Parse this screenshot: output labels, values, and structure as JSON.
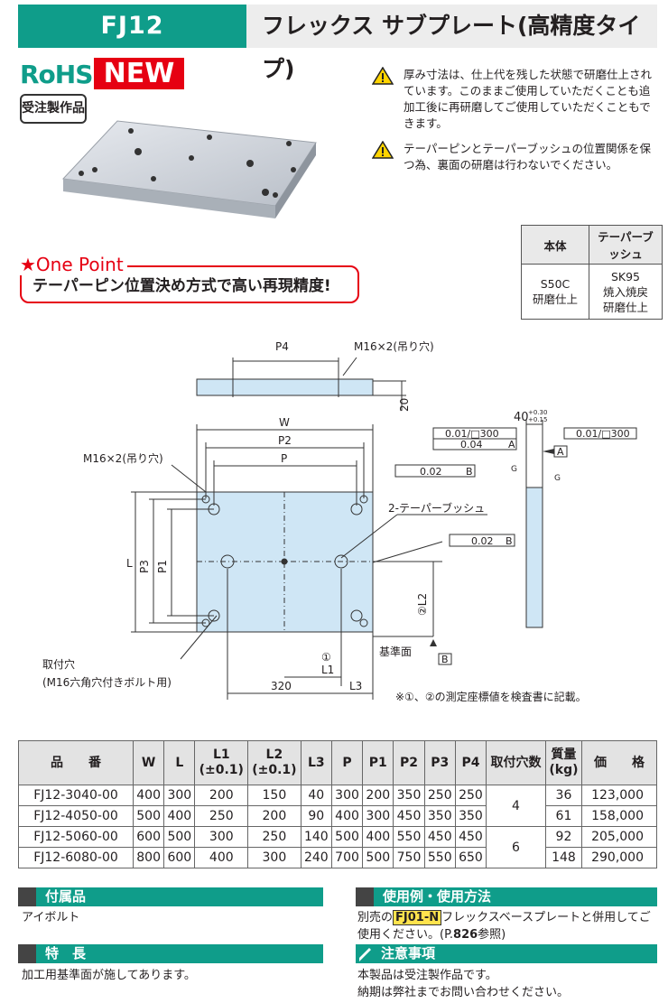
{
  "header": {
    "code": "FJ12",
    "title": "フレックス サブプレート(高精度タイプ)"
  },
  "badges": {
    "rohs": "RoHS",
    "new": "NEW",
    "order": "受注製作品"
  },
  "warnings": [
    "厚み寸法は、仕上代を残した状態で研磨仕上されています。このままご使用していただくことも追加工後に再研磨してご使用していただくこともできます。",
    "テーパーピンとテーパーブッシュの位置関係を保つ為、裏面の研磨は行わないでください。"
  ],
  "material_table": {
    "headers": [
      "本体",
      "テーパーブッシュ"
    ],
    "row": [
      "S50C\n研磨仕上",
      "SK95\n焼入焼戻\n研磨仕上"
    ]
  },
  "one_point": {
    "title": "★One Point",
    "text": "テーパーピン位置決め方式で高い再現精度!"
  },
  "drawing": {
    "p4": "P4",
    "m16_top": "M16×2(吊り穴)",
    "dim20": "20",
    "w": "W",
    "p2": "P2",
    "p": "P",
    "m16_left": "M16×2(吊り穴)",
    "taper_bush": "2-テーパーブッシュ",
    "l": "L",
    "p3": "P3",
    "p1": "P1",
    "l2": "②L2",
    "l1": "①\nL1",
    "dim320": "320",
    "l3": "L3",
    "datum": "基準面",
    "mount_hole": "取付穴\n(M16六角穴付きボルト用)",
    "note": "※①、②の測定座標値を検査書に記載。",
    "thick": "40",
    "thick_tol_upper": "+0.30",
    "thick_tol_lower": "+0.15",
    "tol_flat_top": "0.01/□300",
    "tol_par": "0.04",
    "tol_flat_right": "0.01/□300",
    "tol_perp": "0.02",
    "tol_par2": "0.02",
    "ref_a": "A",
    "ref_b": "B",
    "rough_g": "G"
  },
  "spec_table": {
    "headers": [
      "品　　番",
      "W",
      "L",
      "L1\n(±0.1)",
      "L2\n(±0.1)",
      "L3",
      "P",
      "P1",
      "P2",
      "P3",
      "P4",
      "取付穴数",
      "質量\n(kg)",
      "価　　格"
    ],
    "rows": [
      [
        "FJ12-3040-00",
        "400",
        "300",
        "200",
        "150",
        "40",
        "300",
        "200",
        "350",
        "250",
        "250",
        "36",
        "123,000"
      ],
      [
        "FJ12-4050-00",
        "500",
        "400",
        "250",
        "200",
        "90",
        "400",
        "300",
        "450",
        "350",
        "350",
        "61",
        "158,000"
      ],
      [
        "FJ12-5060-00",
        "600",
        "500",
        "300",
        "250",
        "140",
        "500",
        "400",
        "550",
        "450",
        "450",
        "92",
        "205,000"
      ],
      [
        "FJ12-6080-00",
        "800",
        "600",
        "400",
        "300",
        "240",
        "700",
        "500",
        "750",
        "550",
        "650",
        "148",
        "290,000"
      ]
    ],
    "hole_counts": [
      "4",
      "6"
    ]
  },
  "sections": {
    "accessories_title": "付属品",
    "accessories_text": "アイボルト",
    "features_title": "特　長",
    "features_text": "加工用基準面が施してあります。",
    "usage_title": "使用例・使用方法",
    "usage_pre": "別売の",
    "usage_tag": "FJ01-N",
    "usage_post": "フレックスベースプレートと併用してご使用ください。(P.",
    "usage_page": "826",
    "usage_end": "参照)",
    "notes_title": "注意事項",
    "notes_text": "本製品は受注製作品です。\n納期は弊社までお問い合わせください。"
  },
  "colors": {
    "accent": "#0f9d8a",
    "red": "#e60012",
    "plate": "#cfe6f5"
  }
}
